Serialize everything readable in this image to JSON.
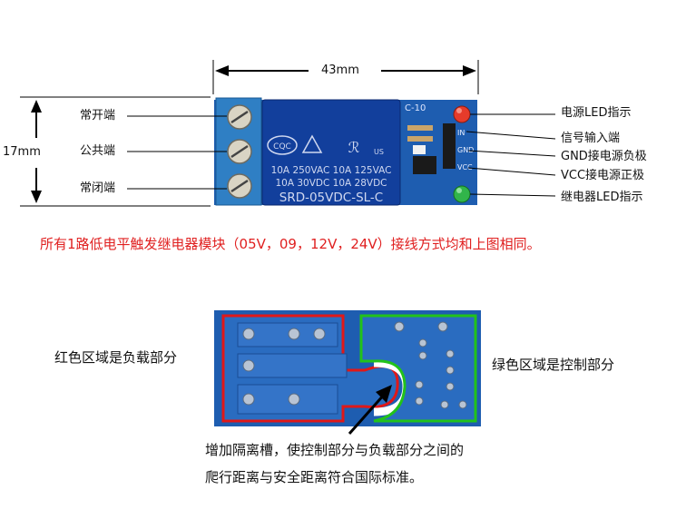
{
  "top": {
    "dimension_width": "43mm",
    "dimension_height": "17mm",
    "left_labels": [
      "常开端",
      "公共端",
      "常闭端"
    ],
    "right_labels": [
      "电源LED指示",
      "信号输入端",
      "GND接电源负极",
      "VCC接电源正极",
      "继电器LED指示"
    ],
    "relay_text": {
      "line1": "10A 250VAC  10A 125VAC",
      "line2": "10A  30VDC  10A  28VDC",
      "model": "SRD-05VDC-SL-C",
      "cqc": "CQC",
      "ul": "US",
      "pcb_mark": "C-10",
      "pins": [
        "IN",
        "GND",
        "VCC"
      ]
    }
  },
  "note": "所有1路低电平触发继电器模块（05V，09，12V，24V）接线方式均和上图相同。",
  "bottom": {
    "left_label": "红色区域是负载部分",
    "right_label": "绿色区域是控制部分",
    "caption_line1": "增加隔离槽，使控制部分与负载部分之间的",
    "caption_line2": "爬行距离与安全距离符合国际标准。"
  },
  "colors": {
    "board_blue": "#1f5fb0",
    "relay_blue": "#123f9c",
    "load_outline": "#e01818",
    "control_outline": "#22c21a",
    "note_red": "#e02020"
  }
}
